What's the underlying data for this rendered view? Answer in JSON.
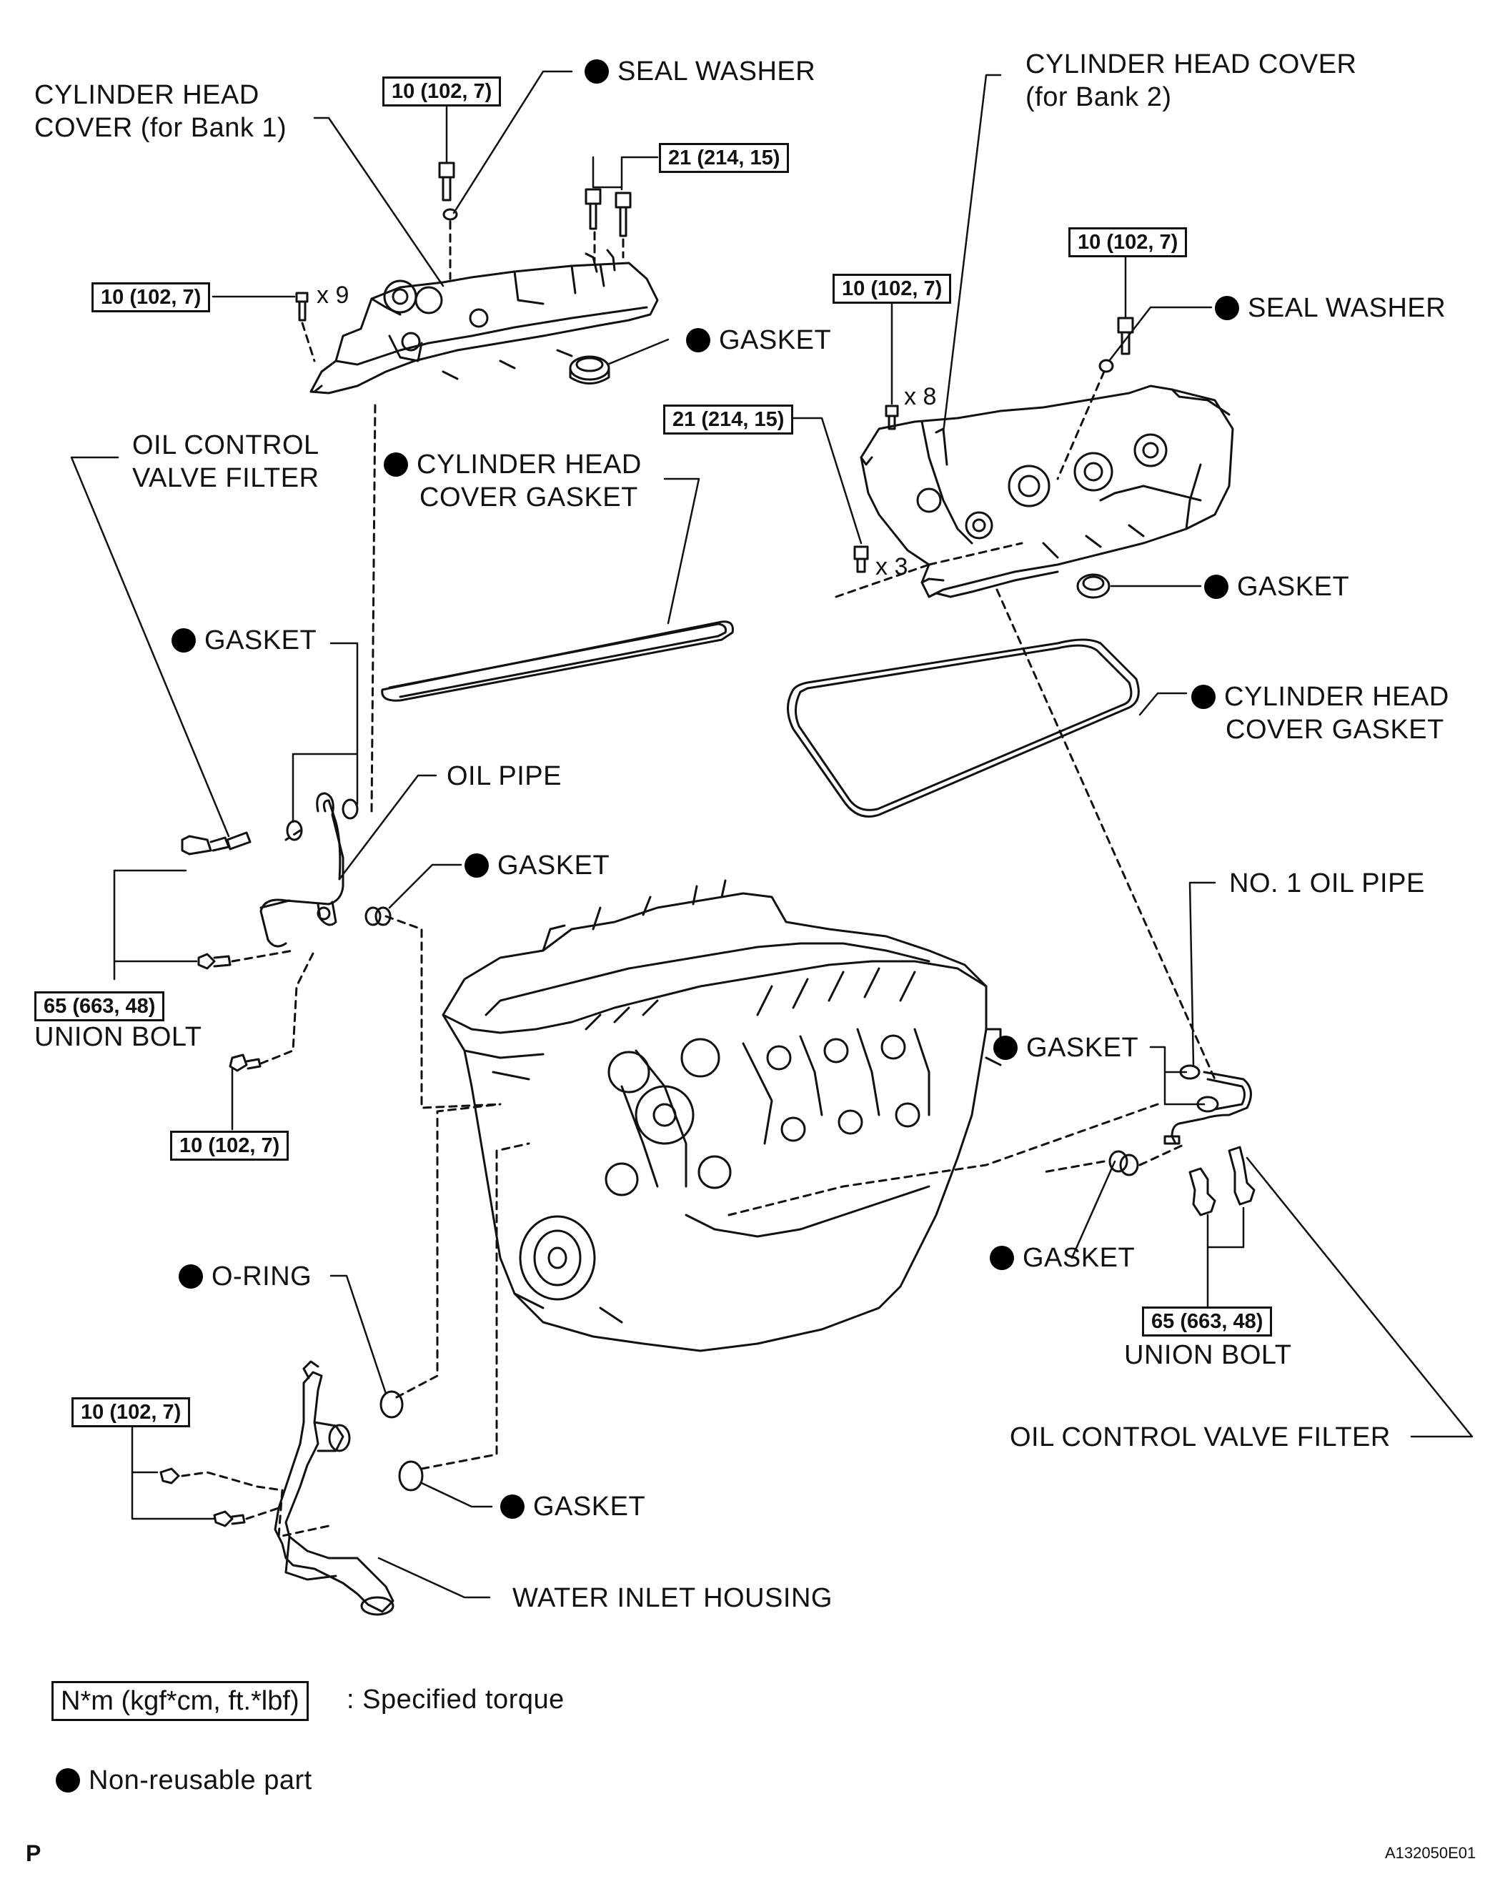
{
  "labels": {
    "cyl_head_cover_b1_l1": "CYLINDER HEAD",
    "cyl_head_cover_b1_l2": "COVER (for Bank 1)",
    "seal_washer_1": "SEAL WASHER",
    "cyl_head_cover_b2_l1": "CYLINDER HEAD COVER",
    "cyl_head_cover_b2_l2": "(for Bank 2)",
    "gasket_plug_b1": "GASKET",
    "seal_washer_2": "SEAL WASHER",
    "ocv_filter_left_l1": "OIL CONTROL",
    "ocv_filter_left_l2": "VALVE FILTER",
    "chc_gasket_b1_l1": "CYLINDER HEAD",
    "chc_gasket_b1_l2": "COVER GASKET",
    "gasket_plug_b2": "GASKET",
    "gasket_oil_pipe_top": "GASKET",
    "chc_gasket_b2_l1": "CYLINDER HEAD",
    "chc_gasket_b2_l2": "COVER GASKET",
    "oil_pipe": "OIL PIPE",
    "gasket_oil_pipe_mid": "GASKET",
    "no1_oil_pipe": "NO. 1 OIL PIPE",
    "union_bolt_left": "UNION BOLT",
    "gasket_no1_top": "GASKET",
    "o_ring": "O-RING",
    "gasket_no1_bottom": "GASKET",
    "union_bolt_right": "UNION BOLT",
    "ocv_filter_right": "OIL CONTROL VALVE FILTER",
    "gasket_water_inlet": "GASKET",
    "water_inlet_housing": "WATER INLET HOUSING"
  },
  "torques": {
    "seal_bolt_b1": "10 (102, 7)",
    "studs_b1": "21 (214, 15)",
    "bolts_b1": "10 (102, 7)",
    "seal_bolt_b2": "10 (102, 7)",
    "bolts_b2": "10 (102, 7)",
    "studs_b2": "21 (214, 15)",
    "union_left": "65 (663, 48)",
    "pipe_bolt_left": "10 (102, 7)",
    "water_inlet": "10 (102, 7)",
    "union_right": "65 (663, 48)"
  },
  "quantities": {
    "bolts_b1": "x 9",
    "bolts_b2": "x 8",
    "studs_b2": "x 3"
  },
  "legend": {
    "torque_unit": "N*m (kgf*cm, ft.*lbf)",
    "torque_desc": ": Specified torque",
    "non_reusable": "Non-reusable part"
  },
  "footer": {
    "page_letter": "P",
    "figure_id": "A132050E01"
  },
  "colors": {
    "ink": "#111111",
    "background": "#ffffff",
    "non_reusable_marker": "#000000"
  }
}
